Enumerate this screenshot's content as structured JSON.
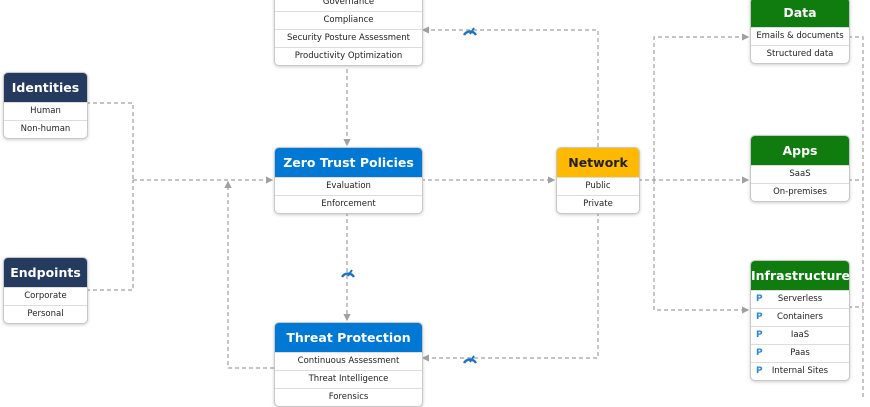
{
  "colors": {
    "navy": "#243a5e",
    "blue": "#0078d4",
    "yellow": "#ffb900",
    "green": "#107c10",
    "connector": "#a0a0a0"
  },
  "top_box": {
    "rows": [
      "Governance",
      "Compliance",
      "Security Posture Assessment",
      "Productivity Optimization"
    ]
  },
  "identities": {
    "title": "Identities",
    "rows": [
      "Human",
      "Non-human"
    ]
  },
  "endpoints": {
    "title": "Endpoints",
    "rows": [
      "Corporate",
      "Personal"
    ]
  },
  "zero_trust": {
    "title": "Zero Trust Policies",
    "rows": [
      "Evaluation",
      "Enforcement"
    ]
  },
  "network": {
    "title": "Network",
    "rows": [
      "Public",
      "Private"
    ]
  },
  "threat": {
    "title": "Threat Protection",
    "rows": [
      "Continuous Assessment",
      "Threat Intelligence",
      "Forensics"
    ]
  },
  "data": {
    "title": "Data",
    "rows": [
      "Emails & documents",
      "Structured data"
    ]
  },
  "apps": {
    "title": "Apps",
    "rows": [
      "SaaS",
      "On-premises"
    ]
  },
  "infrastructure": {
    "title": "Infrastructure",
    "row_icon": "server-icon",
    "rows": [
      "Serverless",
      "Containers",
      "IaaS",
      "Paas",
      "Internal Sites"
    ]
  },
  "connector_icon": "gauge-icon"
}
